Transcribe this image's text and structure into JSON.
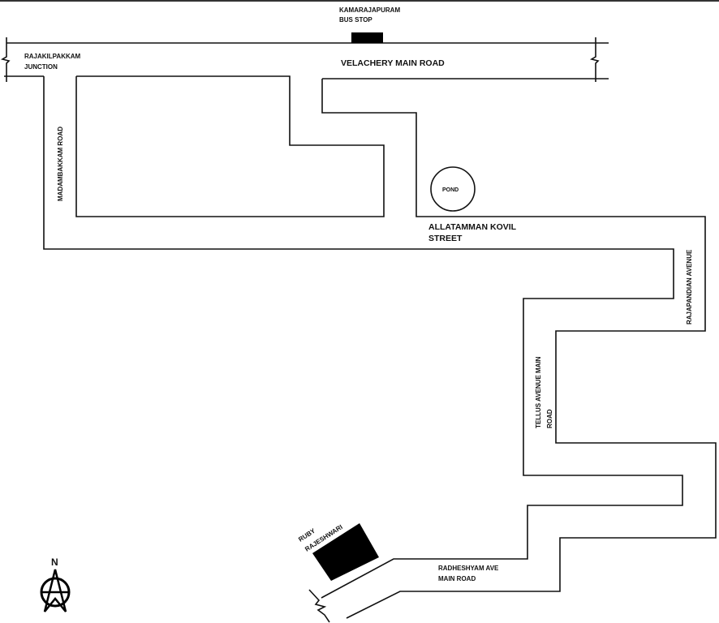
{
  "map": {
    "landmarks": {
      "bus_stop_line1": "KAMARAJAPURAM",
      "bus_stop_line2": "BUS STOP",
      "junction_line1": "RAJAKILPAKKAM",
      "junction_line2": "JUNCTION",
      "pond": "POND",
      "destination_line1": "RUBY",
      "destination_line2": "RAJESHWARI"
    },
    "roads": {
      "velachery": "VELACHERY MAIN ROAD",
      "madambakkam": "MADAMBAKKAM ROAD",
      "allatamman_line1": "ALLATAMMAN  KOVIL",
      "allatamman_line2": "STREET",
      "rajapandian": "RAJAPANDIAN AVENUE",
      "tellus_line1": "TELLUS  AVENUE MAIN",
      "tellus_line2": "ROAD",
      "radheshyam_line1": "RADHESHYAM AVE",
      "radheshyam_line2": "MAIN ROAD"
    },
    "compass": {
      "north_label": "N"
    },
    "colors": {
      "line": "#111111",
      "building": "#000000",
      "background": "#ffffff"
    }
  }
}
